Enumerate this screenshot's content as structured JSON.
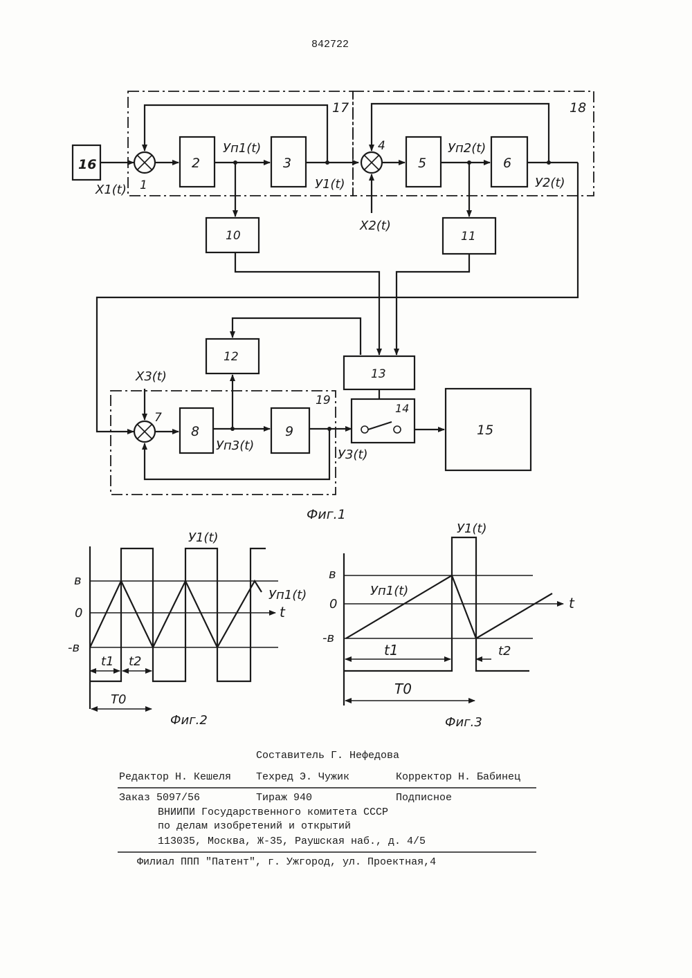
{
  "patent_number": "842722",
  "blocks": {
    "b1": "1",
    "b2": "2",
    "b3": "3",
    "b4": "4",
    "b5": "5",
    "b6": "6",
    "b7": "7",
    "b8": "8",
    "b9": "9",
    "b10": "10",
    "b11": "11",
    "b12": "12",
    "b13": "13",
    "b14": "14",
    "b15": "15",
    "b16": "16",
    "b17": "17",
    "b18": "18",
    "b19": "19"
  },
  "signals": {
    "x1": "X1(t)",
    "x2": "X2(t)",
    "x3": "X3(t)",
    "yp1": "Уп1(t)",
    "yp2": "Уп2(t)",
    "yp3": "Уп3(t)",
    "y1": "У1(t)",
    "y2": "У2(t)",
    "y3": "У3(t)"
  },
  "captions": {
    "fig1": "Фиг.1",
    "fig2": "Фиг.2",
    "fig3": "Фиг.3"
  },
  "fig2": {
    "curve_top": "У1(t)",
    "curve_tri": "Уп1(t)",
    "tick_pos": "в",
    "tick_zero": "0",
    "tick_neg": "-в",
    "axis_t": "t",
    "t1": "t1",
    "t2": "t2",
    "T0": "T0"
  },
  "fig3": {
    "curve_top": "У1(t)",
    "curve_ramp": "Уп1(t)",
    "tick_pos": "в",
    "tick_zero": "0",
    "tick_neg": "-в",
    "axis_t": "t",
    "t1": "t1",
    "t2": "t2",
    "T0": "T0"
  },
  "footer": {
    "compiler": "Составитель Г. Нефедова",
    "editor": "Редактор Н. Кешеля",
    "techred": "Техред Э. Чужик",
    "corrector": "Корректор Н. Бабинец",
    "order": "Заказ 5097/56",
    "circulation": "Тираж 940",
    "subscription": "Подписное",
    "org1": "ВНИИПИ Государственного комитета СССР",
    "org2": "по делам изобретений и открытий",
    "address": "113035, Москва, Ж-35, Раушская наб., д. 4/5",
    "branch": "Филиал ППП \"Патент\", г. Ужгород, ул. Проектная,4"
  }
}
